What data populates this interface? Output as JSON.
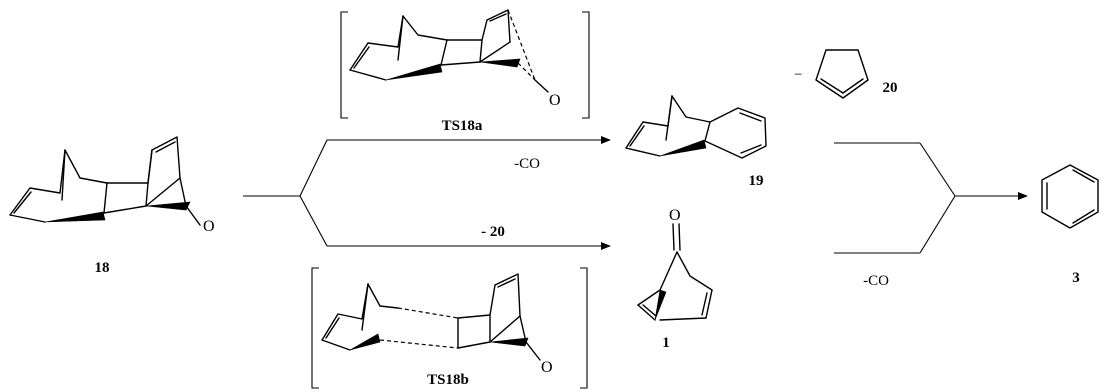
{
  "compounds": {
    "c18": "18",
    "ts18a": "TS18a",
    "ts18b": "TS18b",
    "c19": "19",
    "c20": "20",
    "c1": "1",
    "c3": "3"
  },
  "atoms": {
    "oxygen": "O"
  },
  "conditions": {
    "minus_co_top": "-CO",
    "minus_20": "- 20",
    "minus_co_bottom": "-CO",
    "minus_sign": "−"
  }
}
